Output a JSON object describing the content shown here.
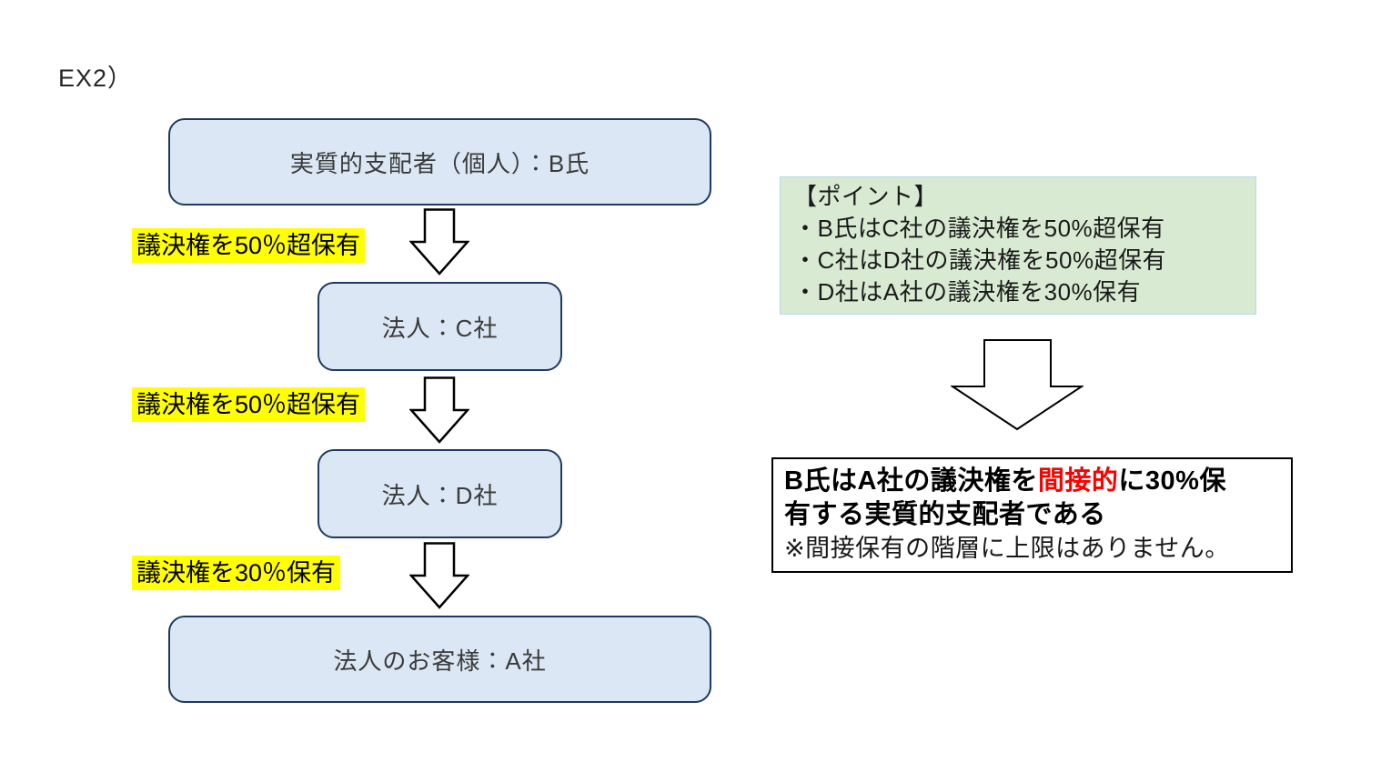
{
  "page": {
    "title": "EX2）"
  },
  "flowchart": {
    "nodes": [
      {
        "label": "実質的支配者（個人）：B氏"
      },
      {
        "label": "法人：C社"
      },
      {
        "label": "法人：D社"
      },
      {
        "label": "法人のお客様：A社"
      }
    ],
    "edge_labels": [
      "議決権を50％超保有",
      "議決権を50％超保有",
      "議決権を30％保有"
    ]
  },
  "points_panel": {
    "title": "【ポイント】",
    "items": [
      "・B氏はC社の議決権を50%超保有",
      "・C社はD社の議決権を50%超保有",
      "・D社はA社の議決権を30%保有"
    ]
  },
  "conclusion": {
    "line1_before_red": "B氏はA社の議決権を",
    "line1_red": "間接的",
    "line1_after_red": "に30%保",
    "line2": "有する実質的支配者である",
    "note": "※間接保有の階層に上限はありません。"
  },
  "colors": {
    "node_fill": "#dbe7f4",
    "node_border": "#1f3a5f",
    "highlight_yellow": "#ffff00",
    "points_fill": "#d9ead3",
    "red_text": "#ff0000"
  }
}
